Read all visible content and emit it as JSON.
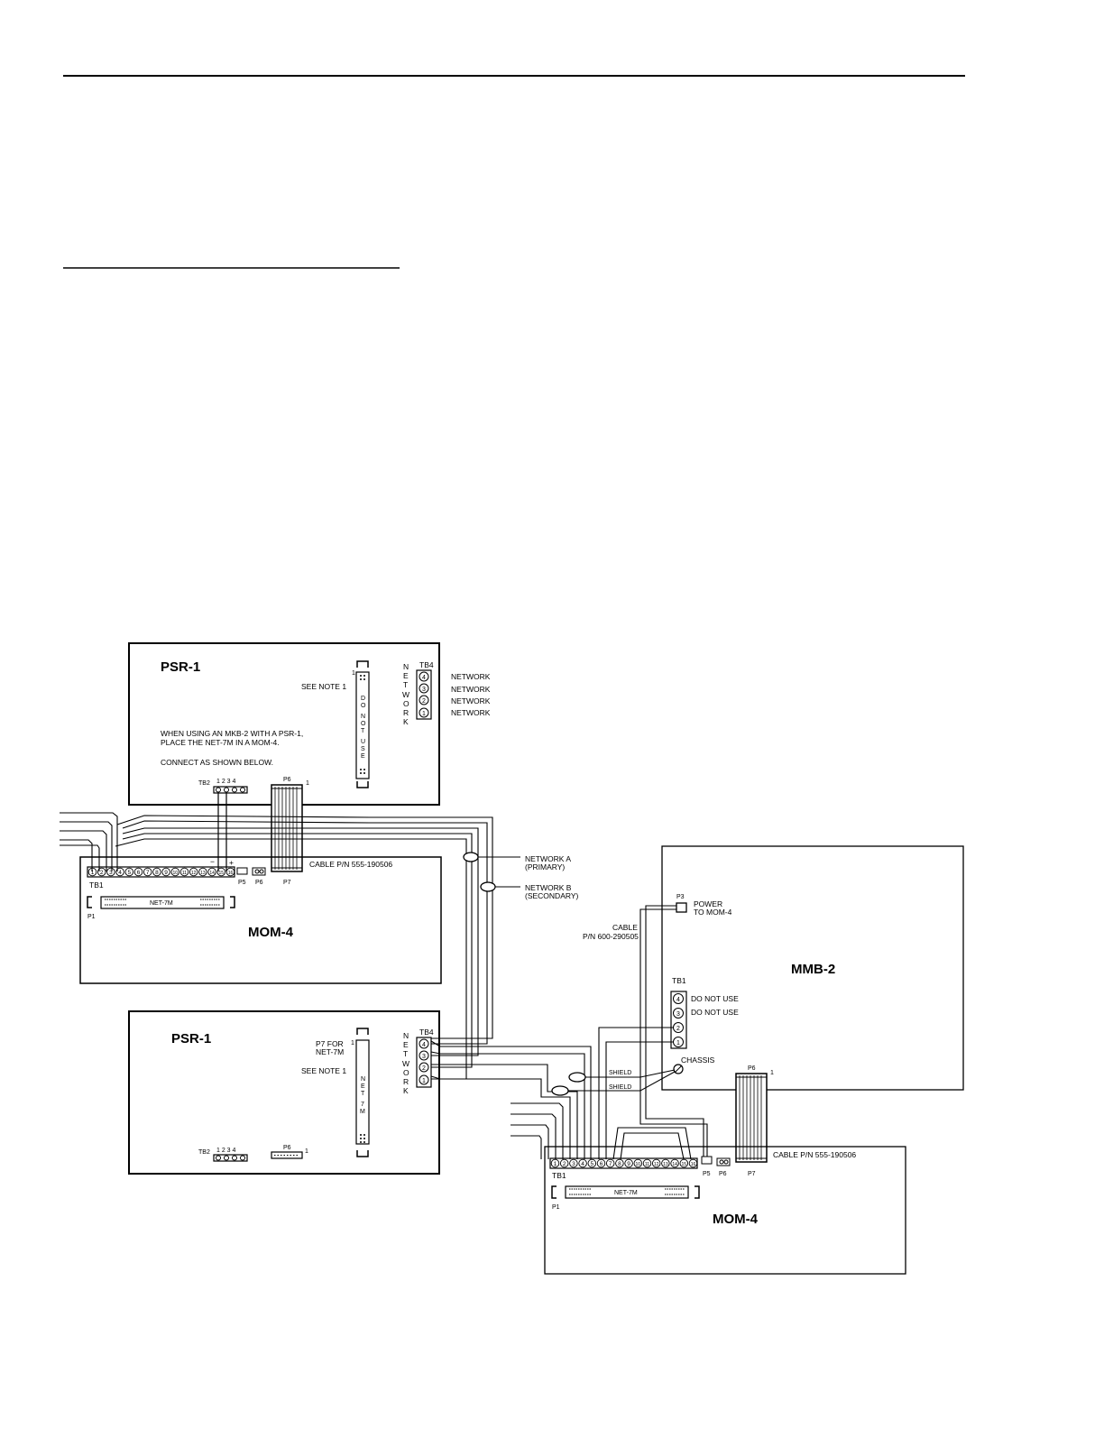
{
  "psr_top": {
    "title": "PSR-1",
    "see_note": "SEE NOTE 1",
    "notice_1": "WHEN USING AN MKB-2 WITH A PSR-1,",
    "notice_2": "PLACE THE NET-7M IN A MOM-4.",
    "notice_3": "CONNECT AS SHOWN BELOW.",
    "slot_text": [
      "D",
      "O",
      "N",
      "O",
      "T",
      "U",
      "S",
      "E"
    ],
    "slot_pin": "1",
    "tb2_label": "TB2",
    "tb2_pins": "1 2 3 4",
    "p6_label": "P6",
    "p6_pin": "1",
    "network_letters": [
      "N",
      "E",
      "T",
      "W",
      "O",
      "R",
      "K"
    ],
    "tb4_label": "TB4",
    "tb4_terminals": [
      "4",
      "3",
      "2",
      "1"
    ],
    "network_outputs": [
      "NETWORK",
      "NETWORK",
      "NETWORK",
      "NETWORK"
    ]
  },
  "mom_top": {
    "title": "MOM-4",
    "tb1_label": "TB1",
    "tb1_terminals": [
      "1",
      "2",
      "3",
      "4",
      "5",
      "6",
      "7",
      "8",
      "9",
      "10",
      "11",
      "12",
      "13",
      "14",
      "15",
      "16"
    ],
    "minus": "−",
    "plus": "+",
    "p5": "P5",
    "p6": "P6",
    "p7": "P7",
    "p1": "P1",
    "net7m": "NET-7M",
    "cable": "CABLE P/N 555-190506"
  },
  "network_labels": {
    "a_1": "NETWORK A",
    "a_2": "(PRIMARY)",
    "b_1": "NETWORK B",
    "b_2": "(SECONDARY)"
  },
  "mmb": {
    "title": "MMB-2",
    "p3": "P3",
    "power_1": "POWER",
    "power_2": "TO MOM-4",
    "cable_1": "CABLE",
    "cable_2": "P/N 600-290505",
    "tb1_label": "TB1",
    "tb1_terminals": [
      "4",
      "3",
      "2",
      "1"
    ],
    "dnu_1": "DO NOT USE",
    "dnu_2": "DO NOT USE",
    "chassis": "CHASSIS",
    "p6_label": "P6",
    "p6_pin": "1"
  },
  "psr_bottom": {
    "title": "PSR-1",
    "p7_1": "P7 FOR",
    "p7_2": "NET-7M",
    "see_note": "SEE NOTE 1",
    "slot_text": [
      "N",
      "E",
      "T",
      "7",
      "M"
    ],
    "slot_pin": "1",
    "tb2_label": "TB2",
    "tb2_pins": "1 2 3 4",
    "p6_label": "P6",
    "p6_pin": "1",
    "network_letters": [
      "N",
      "E",
      "T",
      "W",
      "O",
      "R",
      "K"
    ],
    "tb4_label": "TB4",
    "tb4_terminals": [
      "4",
      "3",
      "2",
      "1"
    ],
    "shield_1": "SHIELD",
    "shield_2": "SHIELD"
  },
  "mom_bottom": {
    "title": "MOM-4",
    "tb1_label": "TB1",
    "tb1_terminals": [
      "1",
      "2",
      "3",
      "4",
      "5",
      "6",
      "7",
      "8",
      "9",
      "10",
      "11",
      "12",
      "13",
      "14",
      "15",
      "16"
    ],
    "p5": "P5",
    "p6": "P6",
    "p7": "P7",
    "p1": "P1",
    "net7m": "NET-7M",
    "cable": "CABLE P/N 555-190506"
  }
}
